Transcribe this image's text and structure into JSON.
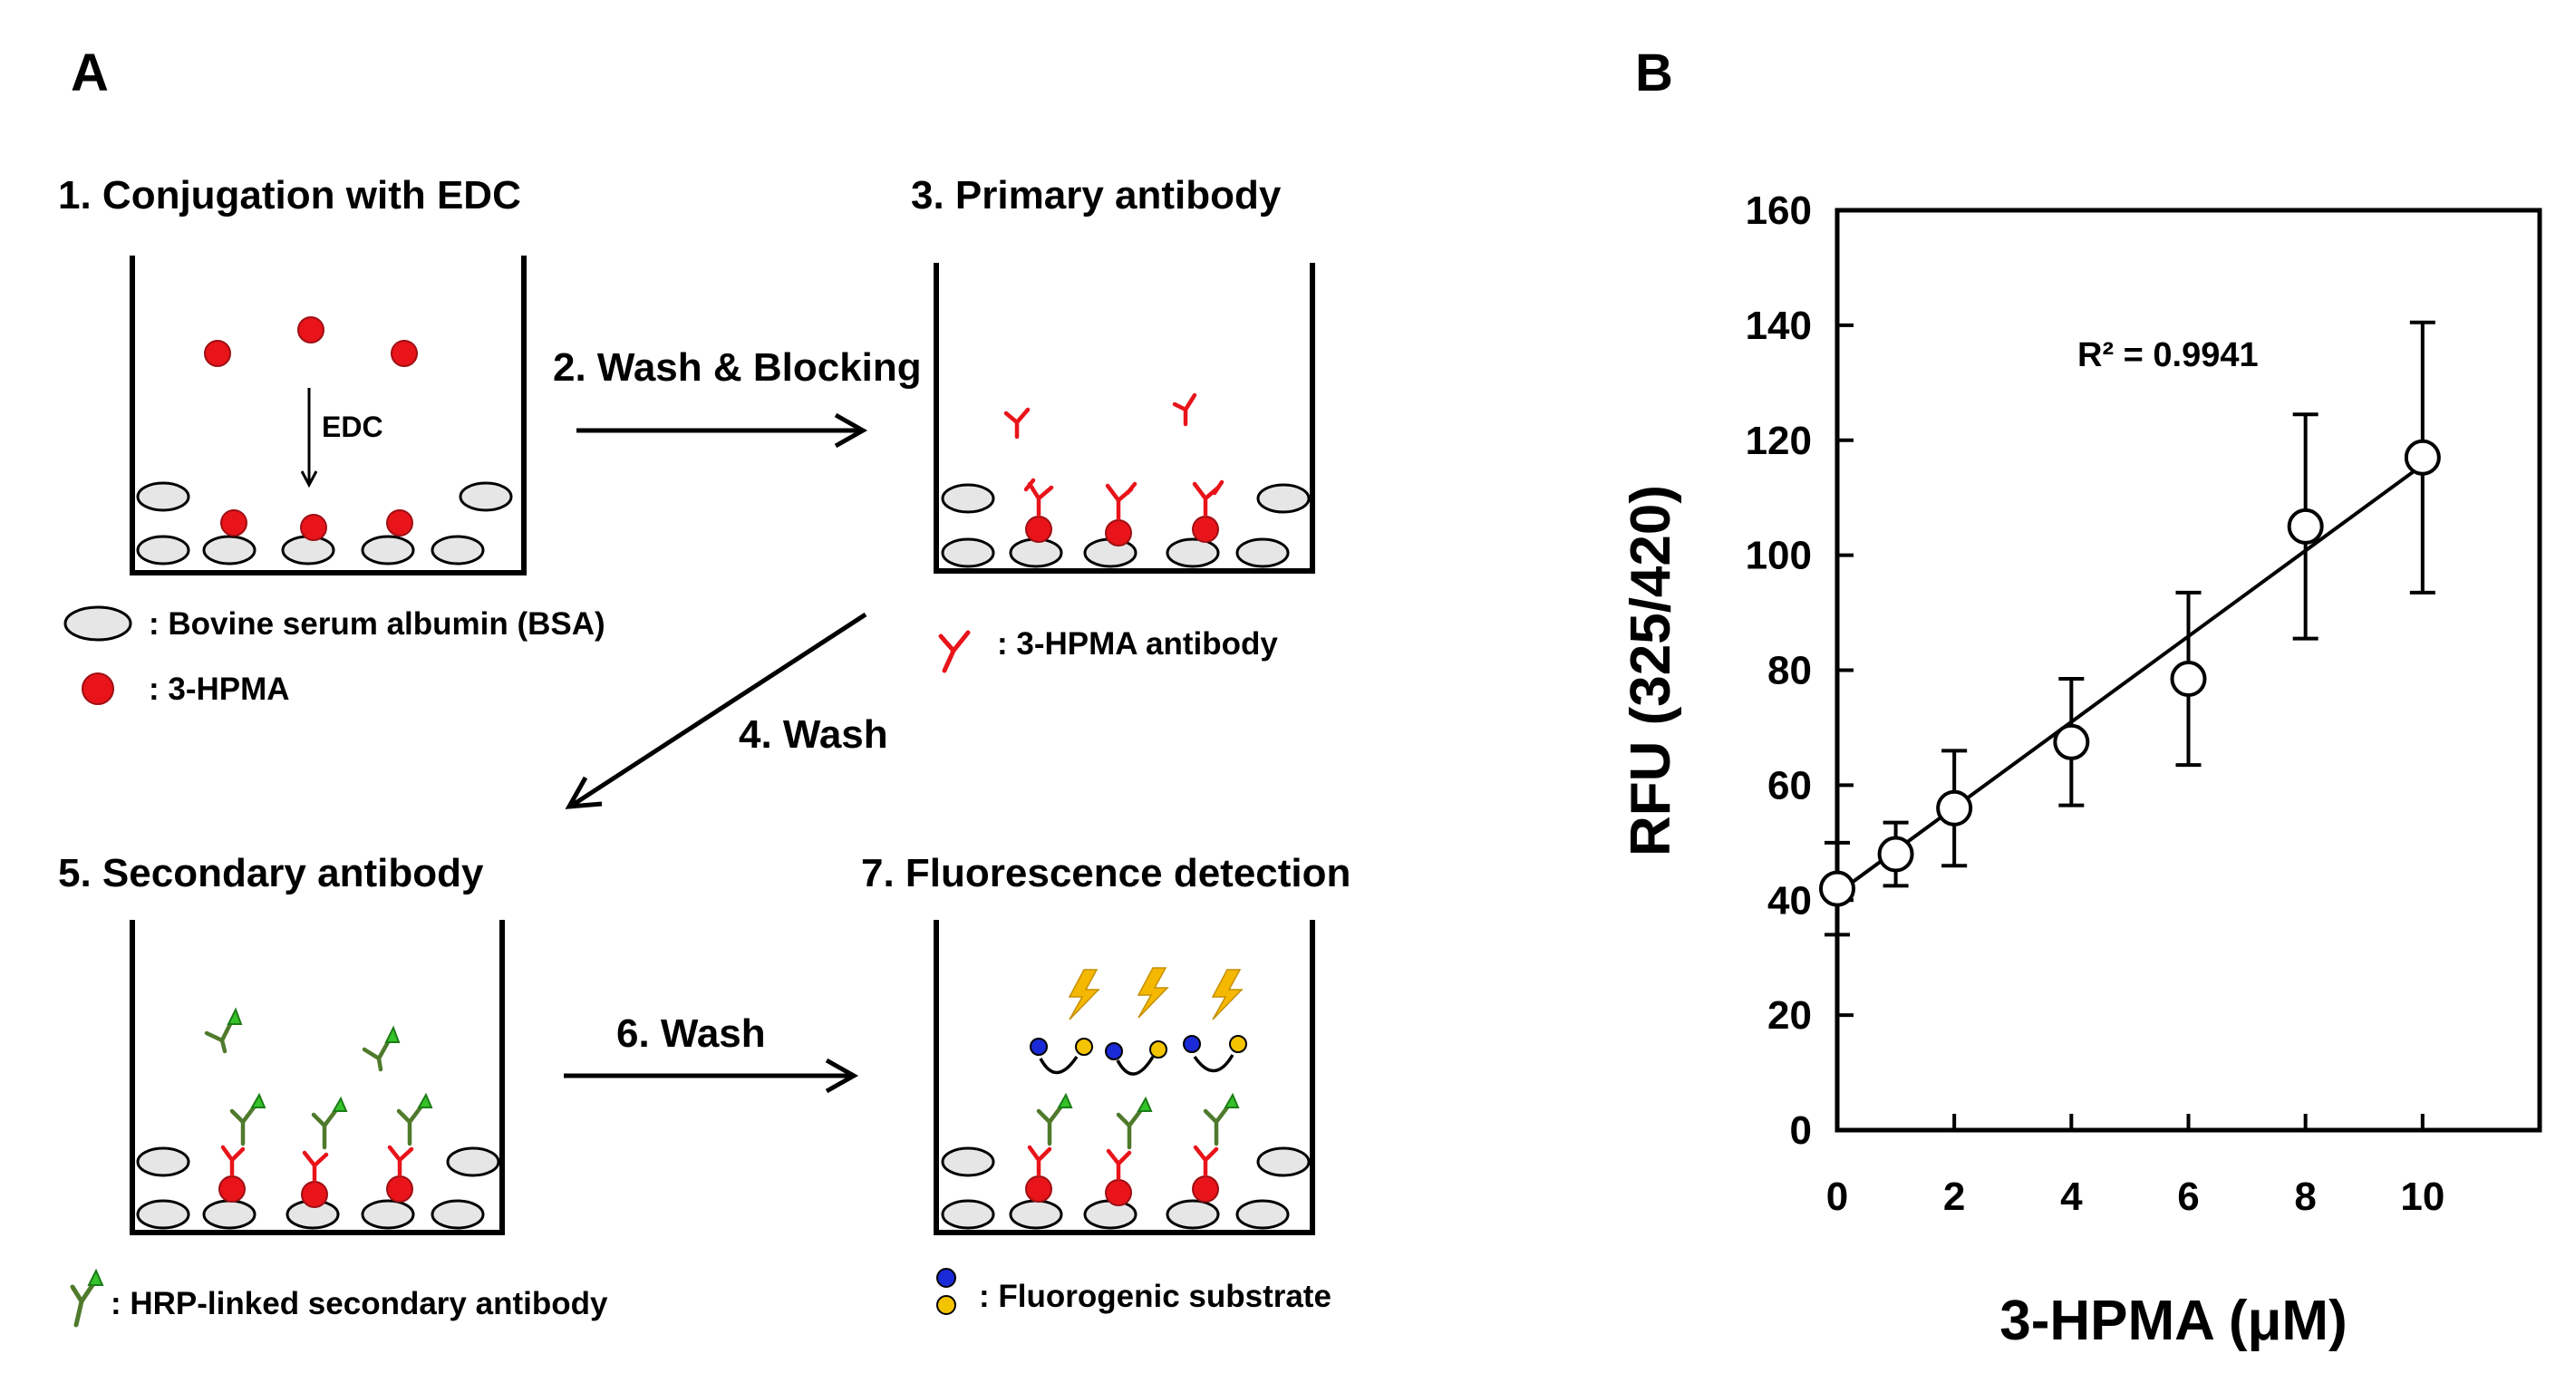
{
  "panel_a": {
    "label": "A",
    "steps": {
      "s1": "1. Conjugation with EDC",
      "s2": "2. Wash & Blocking",
      "s3": "3. Primary antibody",
      "s4": "4. Wash",
      "s5": "5. Secondary antibody",
      "s6": "6. Wash",
      "s7": "7. Fluorescence detection"
    },
    "in_well_label": "EDC",
    "legend": {
      "bsa": ": Bovine serum albumin (BSA)",
      "hpma": ": 3-HPMA",
      "antibody": ": 3-HPMA antibody",
      "secondary": ": HRP-linked secondary antibody",
      "substrate": ": Fluorogenic substrate"
    },
    "colors": {
      "hpma": "#e8141a",
      "primary_antibody": "#e8141a",
      "secondary_antibody": "#4f7a2c",
      "hrp": "#35c22a",
      "substrate_blue": "#1a2ad6",
      "substrate_yellow": "#f5c400",
      "bolt": "#f5b800",
      "bsa_fill": "#e6e6e6"
    }
  },
  "panel_b": {
    "label": "B",
    "annotation": "R² = 0.9941"
  },
  "chart_data": {
    "type": "scatter",
    "xlabel": "3-HPMA (μM)",
    "ylabel": "RFU (325/420)",
    "xlim": [
      0,
      12
    ],
    "ylim": [
      0,
      160
    ],
    "xticks": [
      0,
      2,
      4,
      6,
      8,
      10
    ],
    "yticks": [
      0,
      20,
      40,
      60,
      80,
      100,
      120,
      140,
      160
    ],
    "grid": false,
    "points": [
      {
        "x": 0,
        "y": 42,
        "err": 8
      },
      {
        "x": 1,
        "y": 48,
        "err": 5.5
      },
      {
        "x": 2,
        "y": 56,
        "err": 10
      },
      {
        "x": 4,
        "y": 67.5,
        "err": 11
      },
      {
        "x": 6,
        "y": 78.5,
        "err": 15
      },
      {
        "x": 8,
        "y": 105,
        "err": 19.5
      },
      {
        "x": 10,
        "y": 117,
        "err": 23.5
      }
    ],
    "fit": {
      "slope": 7.45,
      "intercept": 41.2,
      "x_range": [
        0,
        10
      ]
    },
    "r_squared": "0.9941"
  }
}
